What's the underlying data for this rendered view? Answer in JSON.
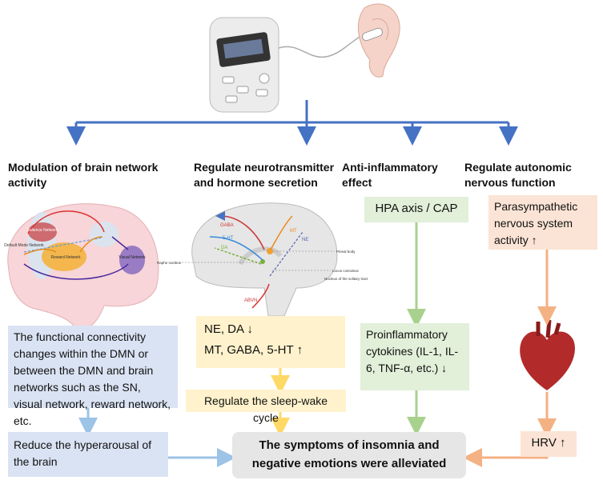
{
  "columns": [
    {
      "heading_line1": "Modulation of brain network",
      "heading_line2": "activity"
    },
    {
      "heading_line1": "Regulate neurotransmitter",
      "heading_line2": "and hormone secretion"
    },
    {
      "heading_line1": "Anti-inflammatory",
      "heading_line2": "effect"
    },
    {
      "heading_line1": "Regulate autonomic",
      "heading_line2": "nervous function"
    }
  ],
  "brain1": {
    "labels": {
      "salience": "Salience Network",
      "dmn": "Default Mode Network",
      "reward": "Reward Network",
      "visual": "Visual Network"
    }
  },
  "brain2": {
    "labels": {
      "gaba": "GABA",
      "mt": "MT",
      "ht": "5-HT",
      "da": "DA",
      "ne": "NE",
      "abvn": "ABVN",
      "raphe": "Raphe nucleus",
      "pineal": "Pineal body",
      "locus": "Locus coeruleus",
      "nts": "Nucleus of the solitary tract"
    }
  },
  "boxes": {
    "dmn_text": "The functional connectivity changes within the DMN or between the DMN and brain networks such as the SN, visual network, reward network, etc.",
    "hyperarousal": "Reduce the hyperarousal of the brain",
    "nt_line1": "NE, DA ↓",
    "nt_line2": "MT, GABA, 5-HT ↑",
    "sleep": "Regulate the sleep-wake cycle",
    "hpa": "HPA axis / CAP",
    "cytokines": "Proinflammatory cytokines (IL-1, IL-6, TNF-α, etc.) ↓",
    "parasympathetic": "Parasympathetic nervous system activity ↑",
    "hrv": "HRV ↑",
    "outcome": "The symptoms of insomnia and negative emotions were alleviated"
  },
  "colors": {
    "blue_arrow": "#4472c4",
    "light_blue": "#9dc3e6",
    "yellow": "#ffd966",
    "green": "#a9d18e",
    "peach": "#f4b183"
  }
}
